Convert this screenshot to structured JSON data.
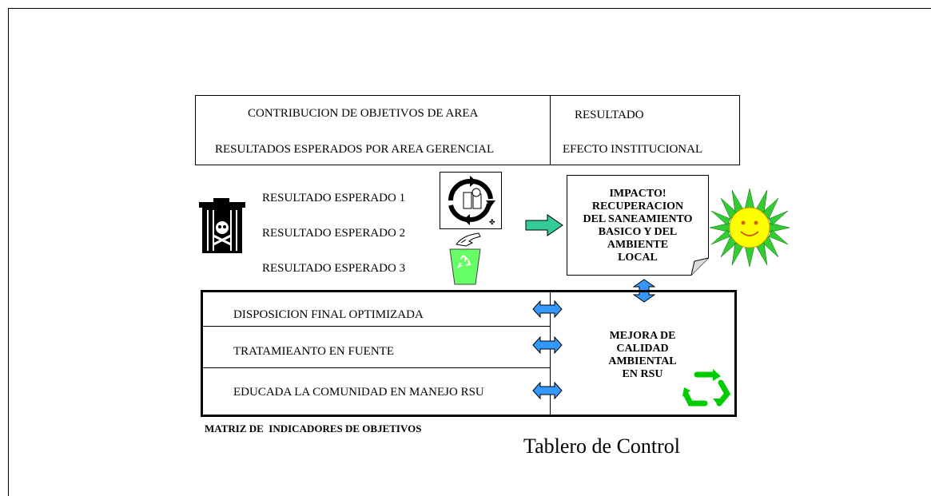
{
  "header": {
    "row1_left": "CONTRIBUCION DE OBJETIVOS DE AREA",
    "row1_right": "RESULTADO",
    "row2_left": "RESULTADOS ESPERADOS POR AREA GERENCIAL",
    "row2_right": "EFECTO INSTITUCIONAL"
  },
  "expected_results": [
    "RESULTADO ESPERADO 1",
    "RESULTADO ESPERADO 2",
    "RESULTADO ESPERADO 3"
  ],
  "impact_note": {
    "lines": [
      "IMPACTO!",
      "RECUPERACION",
      "DEL SANEAMIENTO",
      "BASICO Y DEL",
      "AMBIENTE",
      "LOCAL"
    ]
  },
  "matrix": {
    "rows": [
      "DISPOSICION FINAL OPTIMIZADA",
      "TRATAMIEANTO EN FUENTE",
      "EDUCADA LA COMUNIDAD EN MANEJO RSU"
    ],
    "result_lines": [
      "MEJORA DE",
      "CALIDAD",
      "AMBIENTAL",
      "EN RSU"
    ],
    "caption": "MATRIZ DE  INDICADORES DE OBJETIVOS"
  },
  "title": "Tablero de Control",
  "icons": [
    "trash-can-skull-icon",
    "recycling-collage-icon",
    "hand-dropping-icon",
    "green-bin-icon",
    "right-arrow-icon",
    "sun-smiley-icon",
    "recycle-icon",
    "double-arrow-icon"
  ],
  "colors": {
    "arrow_teal": "#33cc99",
    "arrow_blue": "#3399ff",
    "sun_yellow": "#ffff00",
    "sun_green": "#33cc33",
    "bin_green": "#66ff66",
    "recycle_green": "#00cc00"
  }
}
